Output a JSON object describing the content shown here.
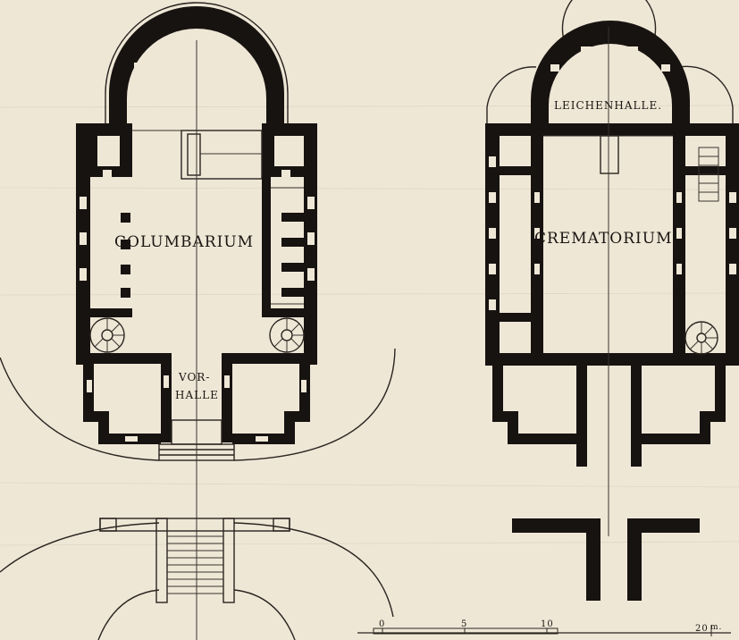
{
  "labels": {
    "columbarium": "COLUMBARIUM",
    "vorhalle_line1": "VOR-",
    "vorhalle_line2": "HALLE",
    "crematorium": "CREMATORIUM",
    "leichenhalle": "LEICHENHALLE."
  },
  "scale_bar": {
    "ticks": [
      "0",
      "5",
      "10",
      "20"
    ],
    "unit": "m."
  },
  "colors": {
    "paper": "#efe7d6",
    "ink": "#171311"
  }
}
